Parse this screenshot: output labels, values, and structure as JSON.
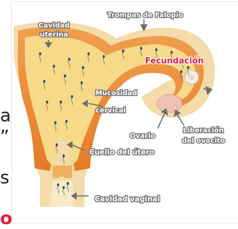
{
  "labels": {
    "cavidad_uterina_1": "Cavidad",
    "cavidad_uterina_2": "uterina",
    "trompas": "Trompas de Falopio",
    "fecundacion": "Fecundación",
    "mucosidad_1": "Mucosidad",
    "mucosidad_2": "cervical",
    "ovario": "Ovario",
    "liberacion_1": "Liberación",
    "liberacion_2": "del ovocito",
    "cuello": "Cuello del útero",
    "vaginal": "Cavidad vaginal"
  },
  "side_fragments": {
    "a": "a",
    "quote": "”",
    "s": "s",
    "red": "o"
  },
  "colors": {
    "outer_tissue": "#f1d7a6",
    "muscle": "#eb8a32",
    "cavity": "#f6d37c",
    "label_stroke": "#6d6d6d",
    "fecundacion": "#e8203a",
    "ovary": "#efc1b4"
  }
}
